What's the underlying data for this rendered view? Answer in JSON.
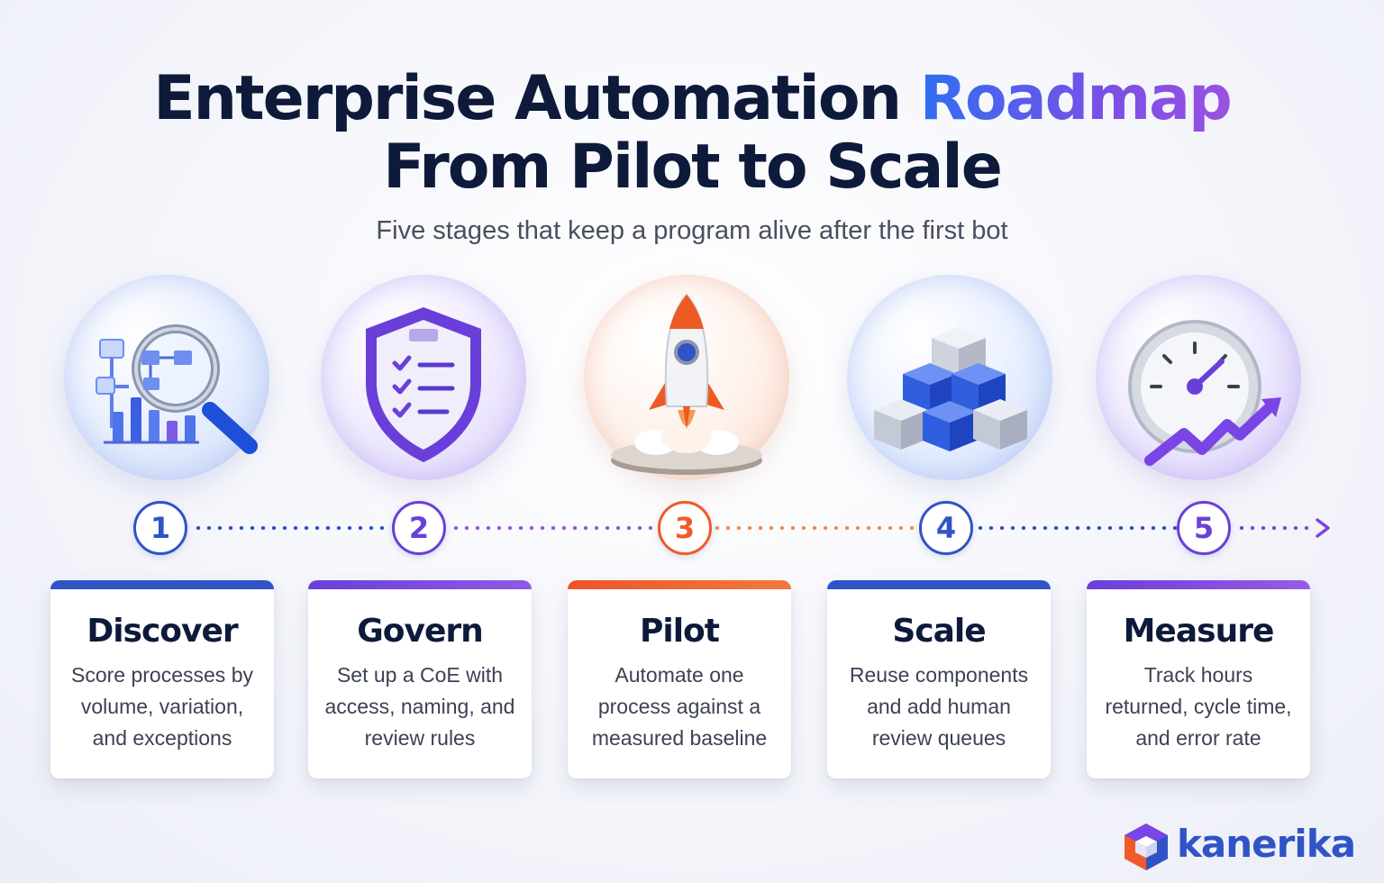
{
  "header": {
    "title_line1": "Enterprise Automation",
    "title_accent": "Roadmap",
    "title_line2": "From Pilot to Scale",
    "subtitle": "Five stages that keep a program alive after the first bot"
  },
  "stages": [
    {
      "number": "1",
      "title": "Discover",
      "description": "Score processes by volume, variation, and exceptions",
      "color": "#2f54c6",
      "icon": "magnifier-chart-icon"
    },
    {
      "number": "2",
      "title": "Govern",
      "description": "Set up a CoE with access, naming, and review rules",
      "color": "#6a3fd9",
      "icon": "shield-checklist-icon"
    },
    {
      "number": "3",
      "title": "Pilot",
      "description": "Automate one process against a measured baseline",
      "color": "#f05a28",
      "icon": "rocket-icon"
    },
    {
      "number": "4",
      "title": "Scale",
      "description": "Reuse components and add human review queues",
      "color": "#2f54c6",
      "icon": "cubes-icon"
    },
    {
      "number": "5",
      "title": "Measure",
      "description": "Track hours returned, cycle time, and error rate",
      "color": "#6a3fd9",
      "icon": "gauge-trend-icon"
    }
  ],
  "brand": {
    "name": "kanerika",
    "color": "#2f54c6"
  }
}
